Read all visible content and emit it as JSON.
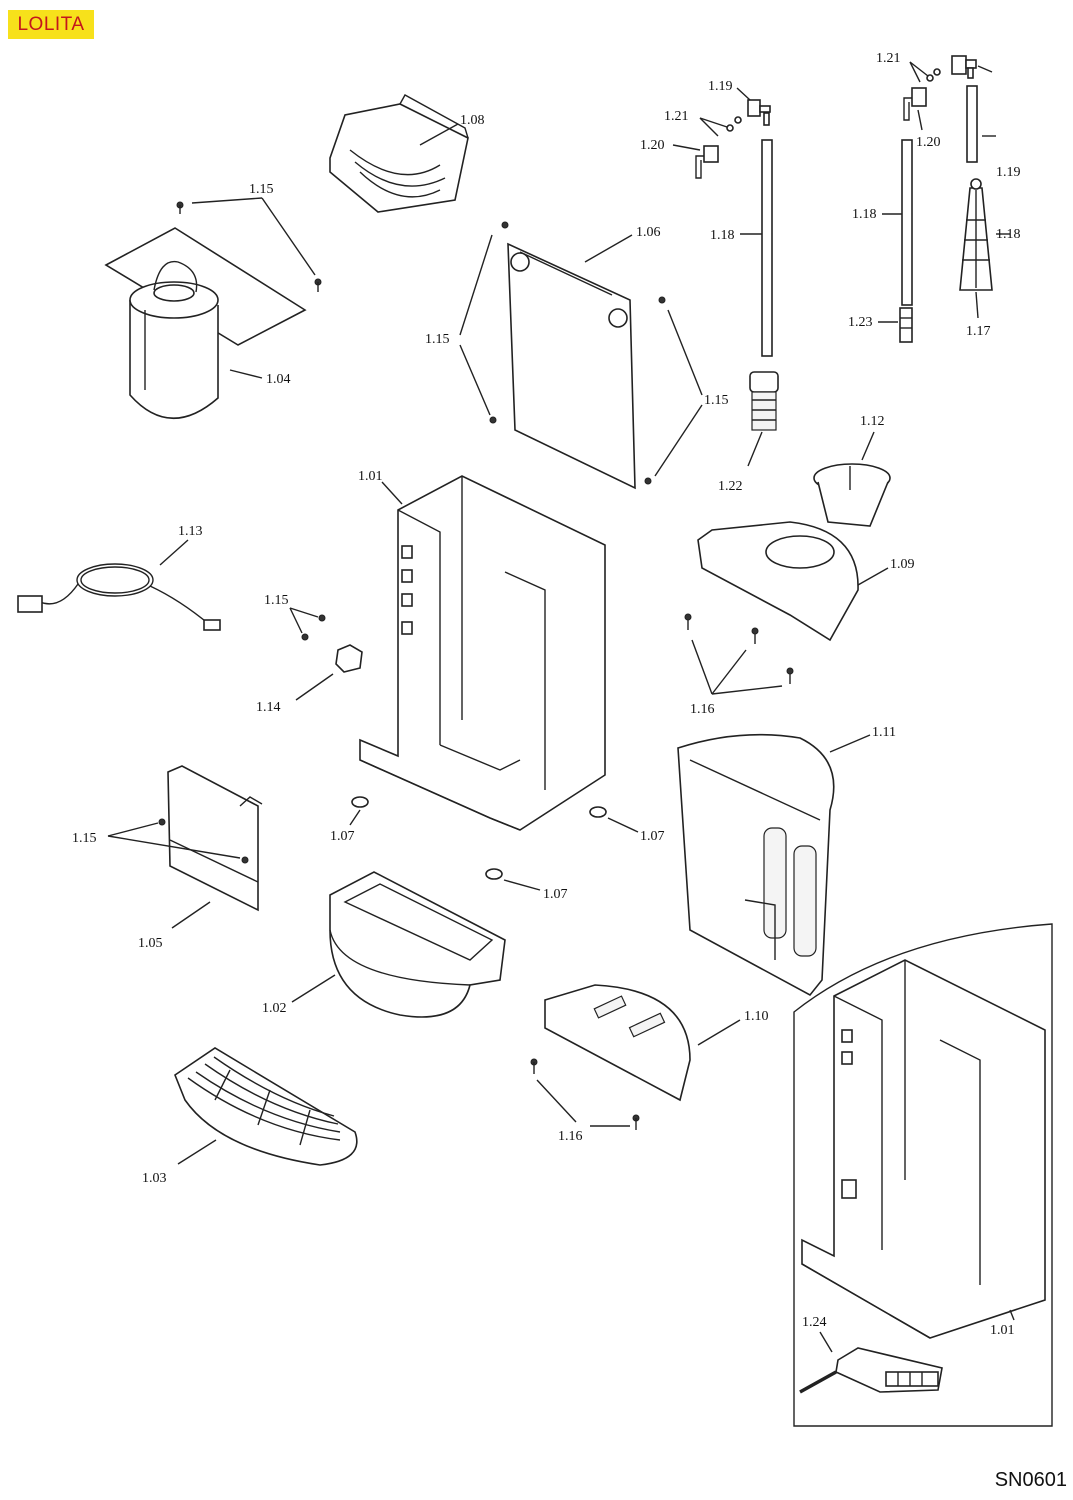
{
  "header": {
    "model_label": "LOLITA"
  },
  "footer": {
    "document_code": "SN0601"
  },
  "callouts": {
    "c101a": "1.01",
    "c101b": "1.01",
    "c102": "1.02",
    "c103": "1.03",
    "c104": "1.04",
    "c105": "1.05",
    "c106": "1.06",
    "c107a": "1.07",
    "c107b": "1.07",
    "c107c": "1.07",
    "c108": "1.08",
    "c109": "1.09",
    "c110": "1.10",
    "c111": "1.11",
    "c112": "1.12",
    "c113": "1.13",
    "c114": "1.14",
    "c115a": "1.15",
    "c115b": "1.15",
    "c115c": "1.15",
    "c115d": "1.15",
    "c115e": "1.15",
    "c116a": "1.16",
    "c116b": "1.16",
    "c117": "1.17",
    "c118a": "1.18",
    "c118b": "1.18",
    "c118c": "1.18",
    "c119a": "1.19",
    "c119b": "1.19",
    "c120a": "1.20",
    "c120b": "1.20",
    "c121a": "1.21",
    "c121b": "1.21",
    "c122": "1.22",
    "c123": "1.23",
    "c124": "1.24"
  }
}
